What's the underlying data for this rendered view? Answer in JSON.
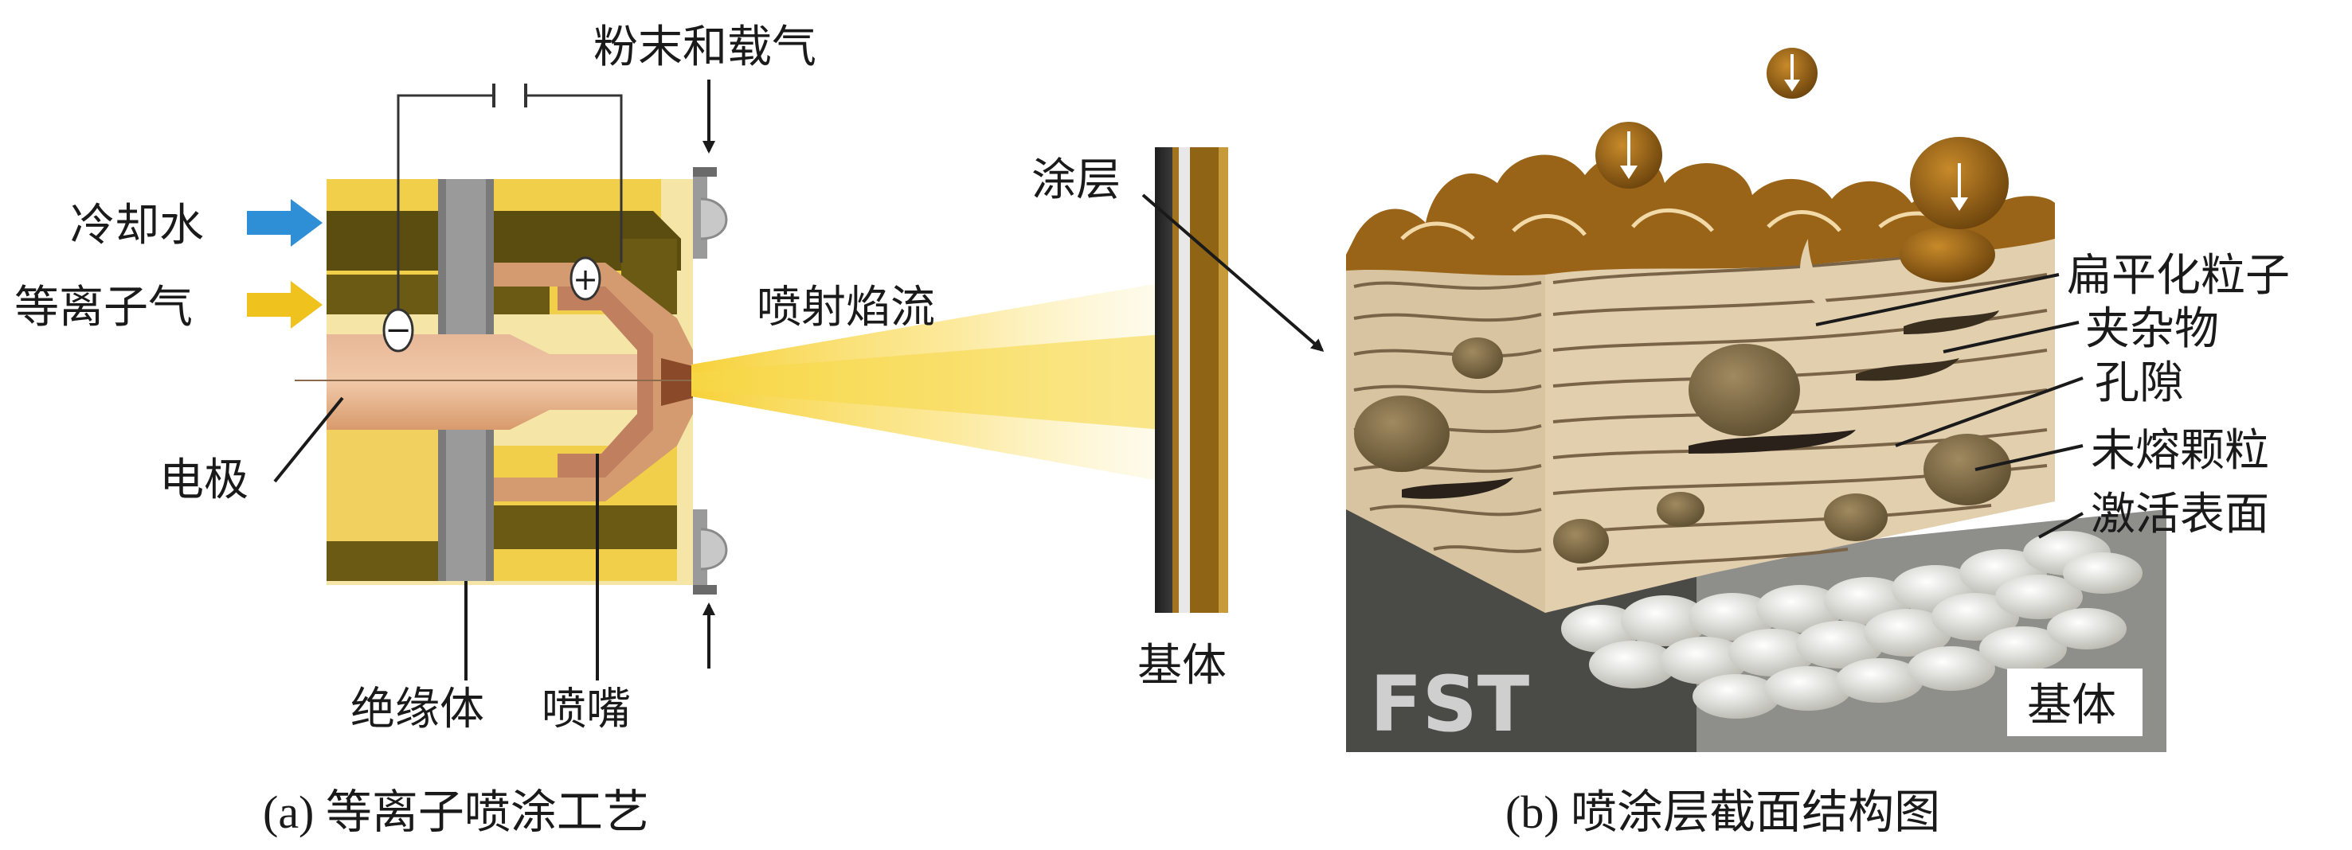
{
  "left": {
    "label_powder": "粉末和载气",
    "label_cooling": "冷却水",
    "label_plasma_gas": "等离子气",
    "label_spray": "喷射焰流",
    "label_electrode": "电极",
    "label_insulator": "绝缘体",
    "label_nozzle": "喷嘴",
    "label_coating": "涂层",
    "label_substrate": "基体",
    "symbol_minus": "−",
    "symbol_plus": "+",
    "caption": "(a) 等离子喷涂工艺"
  },
  "right": {
    "label_flattened": "扁平化粒子",
    "label_inclusion": "夹杂物",
    "label_pore": "孔隙",
    "label_unmelted": "未熔颗粒",
    "label_activated": "激活表面",
    "label_substrate": "基体",
    "logo_text": "FST",
    "caption": "(b) 喷涂层截面结构图"
  },
  "colors": {
    "cooling_arrow": "#2e8fd6",
    "gas_arrow": "#f0c21e",
    "flame": "#fbe27a",
    "coating_brown": "#a0701e",
    "electrode_copper": "#e6b08a"
  }
}
